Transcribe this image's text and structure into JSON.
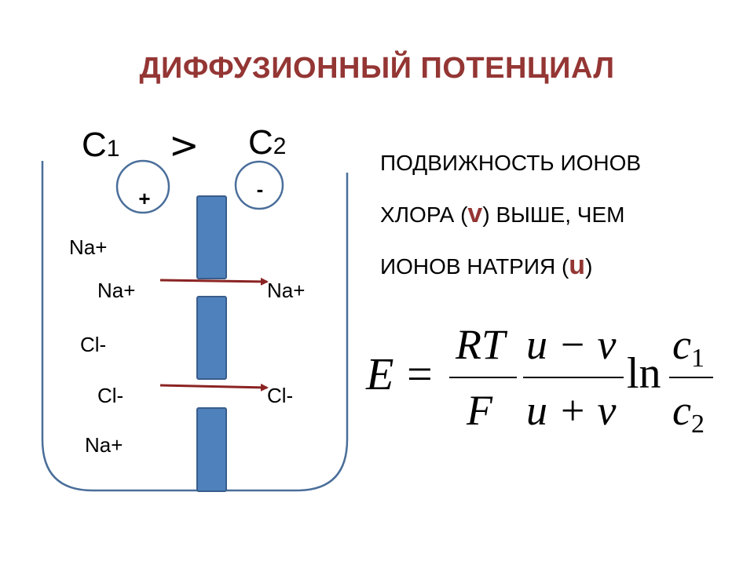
{
  "title": "ДИФФУЗИОННЫЙ ПОТЕНЦИАЛ",
  "concentrations": {
    "c1": {
      "letter": "C",
      "index": "1"
    },
    "c2": {
      "letter": "C",
      "index": "2"
    },
    "comparison": ">"
  },
  "charges": {
    "left": "+",
    "right": "-"
  },
  "ions": {
    "left_top": "Na+",
    "left_na_arrow": "Na+",
    "left_cl": "Cl-",
    "left_cl_arrow": "Cl-",
    "left_bottom": "Na+",
    "right_na": "Na+",
    "right_cl": "Cl-"
  },
  "description": {
    "line1": "ПОДВИЖНОСТЬ ИОНОВ",
    "line2_pre": "ХЛОРА (",
    "line2_sym": "v",
    "line2_post": ") ВЫШЕ, ЧЕМ",
    "line3_pre": "ИОНОВ НАТРИЯ (",
    "line3_sym": "u",
    "line3_post": ")"
  },
  "formula": {
    "lhs": "E",
    "eq": "=",
    "num1": "RT",
    "den1": "F",
    "num2": "u − v",
    "den2": "u + v",
    "ln": "ln",
    "num3_letter": "c",
    "num3_index": "1",
    "den3_letter": "c",
    "den3_index": "2"
  },
  "colors": {
    "title": "#943634",
    "membrane_fill": "#4F81BD",
    "membrane_stroke": "#385D8A",
    "arrow": "#8B2323",
    "vessel": "#4A6E9A"
  }
}
